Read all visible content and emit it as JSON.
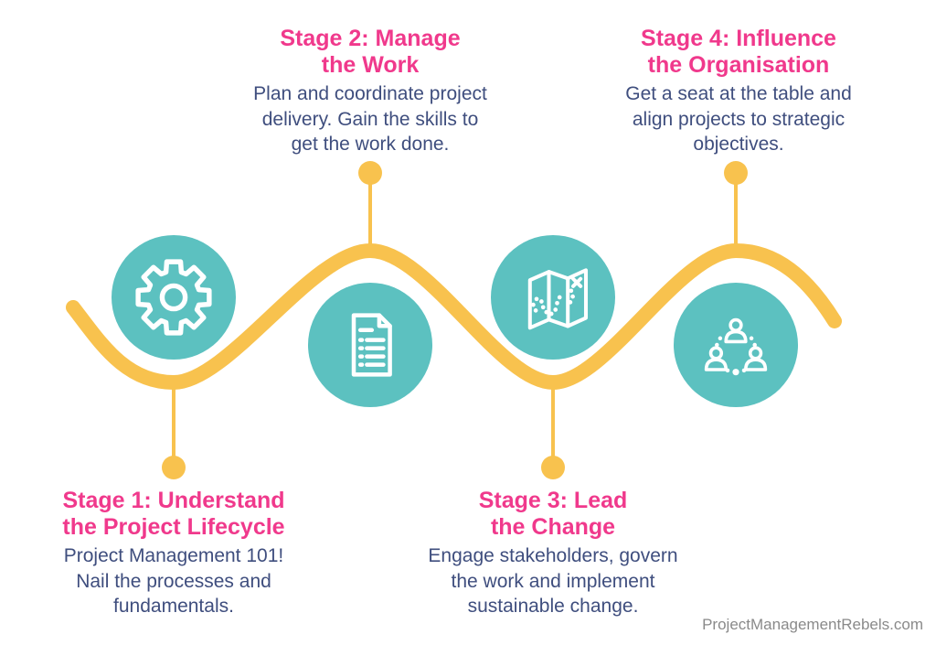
{
  "colors": {
    "pink": "#f0398c",
    "blue": "#3f4e7e",
    "teal": "#5cc1c0",
    "yellow": "#f8c24e",
    "gray": "#8a8a8a",
    "white": "#ffffff"
  },
  "watermark": "ProjectManagementRebels.com",
  "stages": [
    {
      "number": "1",
      "icon": "gear-icon",
      "text_position": "bottom",
      "title_lines": [
        "Stage 1: Understand",
        "the Project Lifecycle"
      ],
      "desc_lines": [
        "Project Management 101!",
        "Nail the processes and",
        "fundamentals."
      ]
    },
    {
      "number": "2",
      "icon": "document-icon",
      "text_position": "top",
      "title_lines": [
        "Stage 2: Manage",
        "the Work"
      ],
      "desc_lines": [
        "Plan and coordinate project",
        "delivery. Gain the skills to",
        "get the work done."
      ]
    },
    {
      "number": "3",
      "icon": "map-icon",
      "text_position": "bottom",
      "title_lines": [
        "Stage 3: Lead",
        "the Change"
      ],
      "desc_lines": [
        "Engage stakeholders, govern",
        "the work and implement",
        "sustainable change."
      ]
    },
    {
      "number": "4",
      "icon": "people-icon",
      "text_position": "top",
      "title_lines": [
        "Stage 4: Influence",
        "the Organisation"
      ],
      "desc_lines": [
        "Get a seat at the table and",
        "align projects to strategic",
        "objectives."
      ]
    }
  ]
}
